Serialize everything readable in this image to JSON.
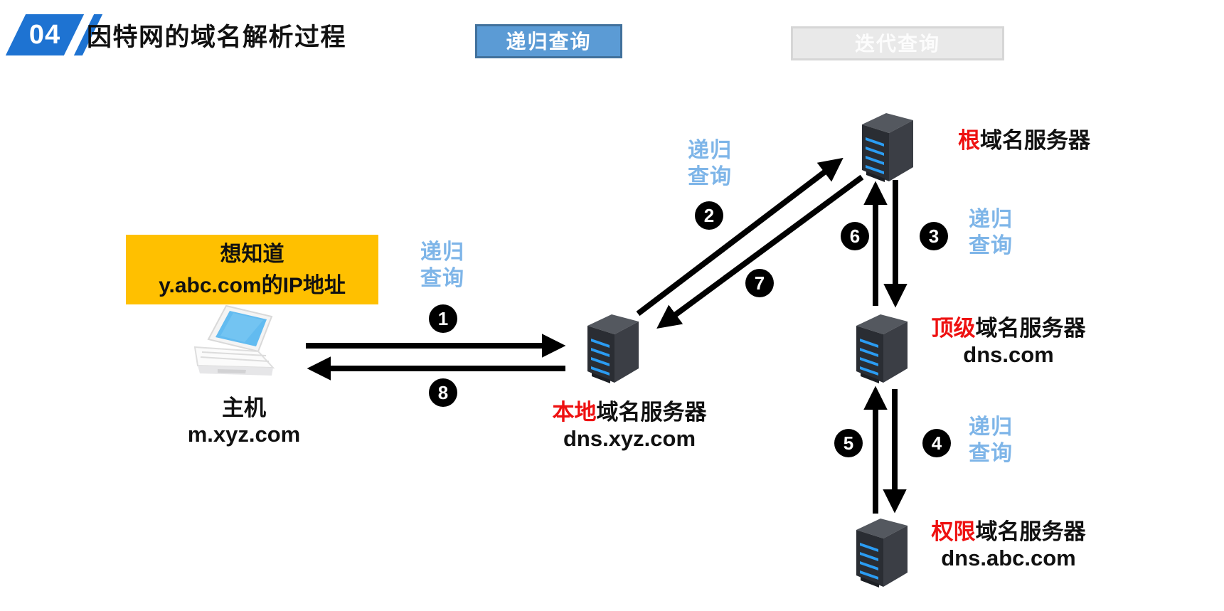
{
  "header": {
    "badge": "04",
    "title": "因特网的域名解析过程",
    "tab_recursive": "递归查询",
    "tab_iterative": "迭代查询"
  },
  "thought": {
    "line1": "想知道",
    "line2": "y.abc.com的IP地址"
  },
  "host": {
    "label": "主机",
    "domain": "m.xyz.com"
  },
  "servers": {
    "local": {
      "highlight": "本地",
      "rest": "域名服务器",
      "domain": "dns.xyz.com"
    },
    "root": {
      "highlight": "根",
      "rest": "域名服务器"
    },
    "tld": {
      "highlight": "顶级",
      "rest": "域名服务器",
      "domain": "dns.com"
    },
    "auth": {
      "highlight": "权限",
      "rest": "域名服务器",
      "domain": "dns.abc.com"
    }
  },
  "query_label": {
    "line1": "递归",
    "line2": "查询"
  },
  "steps": [
    "1",
    "2",
    "3",
    "4",
    "5",
    "6",
    "7",
    "8"
  ],
  "colors": {
    "badge_blue": "#1E73D2",
    "button_blue_fill": "#5B9BD5",
    "button_blue_border": "#41719C",
    "button_gray_fill": "#E9E9E9",
    "note_yellow": "#FFC000",
    "highlight_red": "#EE1111",
    "query_text_blue": "#7EB5E8",
    "arrow_black": "#000000"
  }
}
